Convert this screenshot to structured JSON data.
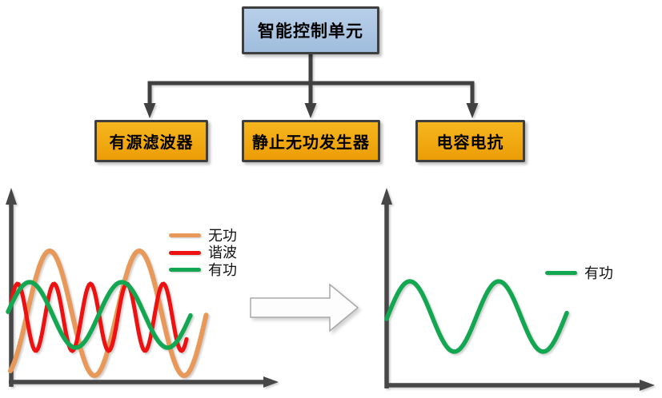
{
  "flowchart": {
    "root": {
      "label": "智能控制单元",
      "fill_top": "#b9cfe9",
      "fill_bottom": "#9fbddd"
    },
    "children": [
      {
        "label": "有源滤波器"
      },
      {
        "label": "静止无功发生器"
      },
      {
        "label": "电容电抗"
      }
    ],
    "child_fill_top": "#f7b61e",
    "child_fill_bottom": "#ec9d06",
    "border_color": "#3f3f3f",
    "connector_color": "#404040"
  },
  "transform_arrow": {
    "direction": "right",
    "fill": "#fdfdfd",
    "stroke": "#a9a9a9"
  },
  "chart_data": [
    {
      "type": "line",
      "title": "",
      "xlabel": "",
      "ylabel": "",
      "grid": false,
      "axes_color": "#474747",
      "legend_position": "top-right",
      "legend": {
        "entries": [
          {
            "label": "无功",
            "color": "#e8995a"
          },
          {
            "label": "谐波",
            "color": "#ee1111"
          },
          {
            "label": "有功",
            "color": "#12a750"
          }
        ]
      },
      "series": [
        {
          "name": "无功",
          "color": "#e8995a",
          "shape": "sine",
          "x_start": 13,
          "x_end": 258,
          "period": 112,
          "amplitude": 78,
          "center_y": 160,
          "peak_x": 62,
          "stroke_width": 6
        },
        {
          "name": "谐波",
          "color": "#ee1111",
          "shape": "sine",
          "x_start": 14,
          "x_end": 233,
          "period": 45.5,
          "amplitude": 42,
          "center_y": 165,
          "peak_x": 22,
          "stroke_width": 5
        },
        {
          "name": "有功",
          "color": "#12a750",
          "shape": "sine",
          "x_start": 10,
          "x_end": 238,
          "period": 115,
          "amplitude": 41,
          "center_y": 162,
          "peak_x": 37,
          "stroke_width": 5.5
        }
      ]
    },
    {
      "type": "line",
      "title": "",
      "xlabel": "",
      "ylabel": "",
      "grid": false,
      "axes_color": "#474747",
      "legend_position": "right",
      "legend": {
        "entries": [
          {
            "label": "有功",
            "color": "#12a750"
          }
        ]
      },
      "series": [
        {
          "name": "有功",
          "color": "#12a750",
          "shape": "sine",
          "x_start": 23,
          "x_end": 248,
          "period": 111,
          "amplitude": 44,
          "center_y": 164,
          "peak_x": 52,
          "stroke_width": 5.5
        }
      ]
    }
  ]
}
